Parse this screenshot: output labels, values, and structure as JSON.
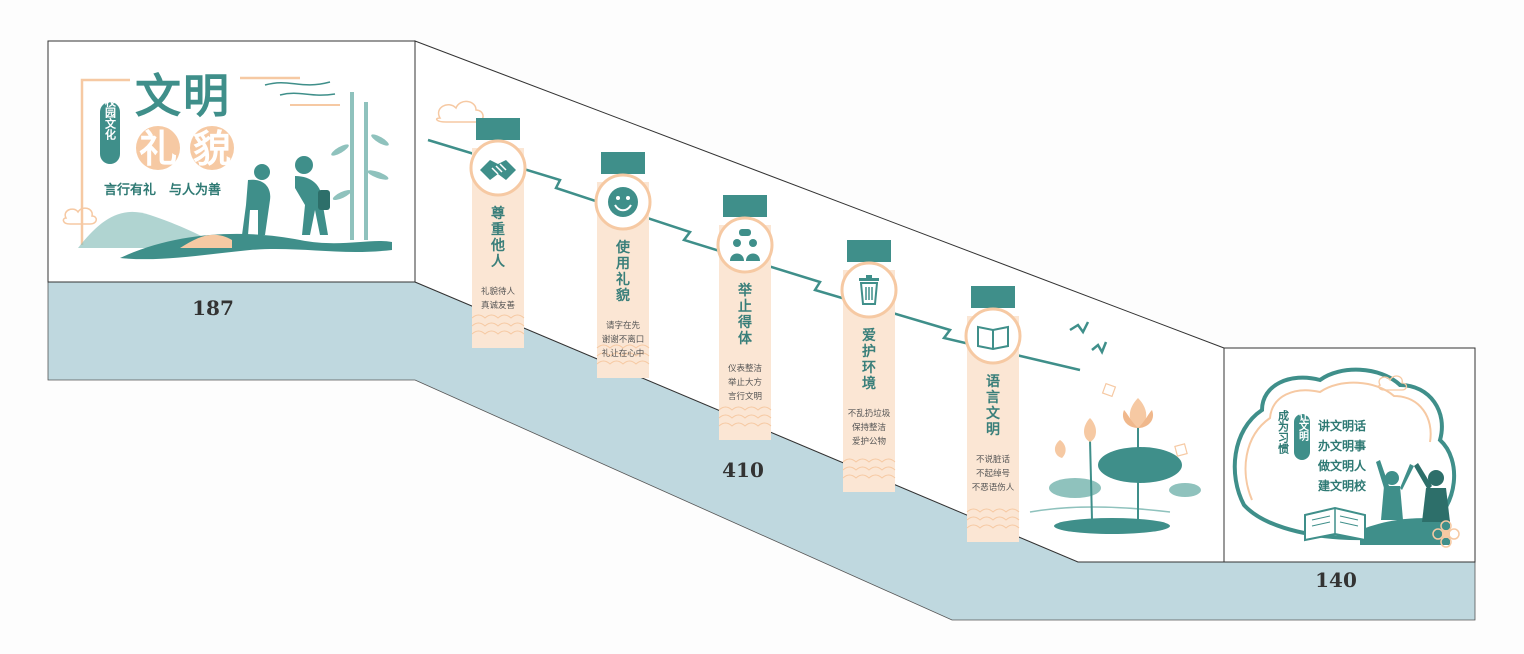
{
  "colors": {
    "teal": "#3f8f8a",
    "teal_dark": "#2d6f6a",
    "peach": "#f6c9a3",
    "peach_light": "#fbe6d4",
    "base": "#bfd8df",
    "outline": "#333333"
  },
  "dimensions": {
    "left": "187",
    "middle": "410",
    "right": "140"
  },
  "left_panel": {
    "title_1": "文明",
    "title_2_a": "礼",
    "title_2_b": "貌",
    "badge": "校园文化",
    "subtitle": "言行有礼　与人为善"
  },
  "columns": [
    {
      "icon": "handshake-icon",
      "title": "尊重他人",
      "lines": [
        "礼貌待人",
        "真诚友善"
      ]
    },
    {
      "icon": "smile-icon",
      "title": "使用礼貌",
      "lines": [
        "请字在先",
        "谢谢不离口",
        "礼让在心中"
      ]
    },
    {
      "icon": "people-chat-icon",
      "title": "举止得体",
      "lines": [
        "仪表整洁",
        "举止大方",
        "言行文明"
      ]
    },
    {
      "icon": "trash-can-icon",
      "title": "爱护环境",
      "lines": [
        "不乱扔垃圾",
        "保持整洁",
        "爱护公物"
      ]
    },
    {
      "icon": "book-icon",
      "title": "语言文明",
      "lines": [
        "不说脏话",
        "不起绰号",
        "不恶语伤人"
      ]
    }
  ],
  "right_panel": {
    "badge": "让文明",
    "vertical": "成为习惯",
    "lines": [
      "讲文明话",
      "办文明事",
      "做文明人",
      "建文明校"
    ]
  }
}
